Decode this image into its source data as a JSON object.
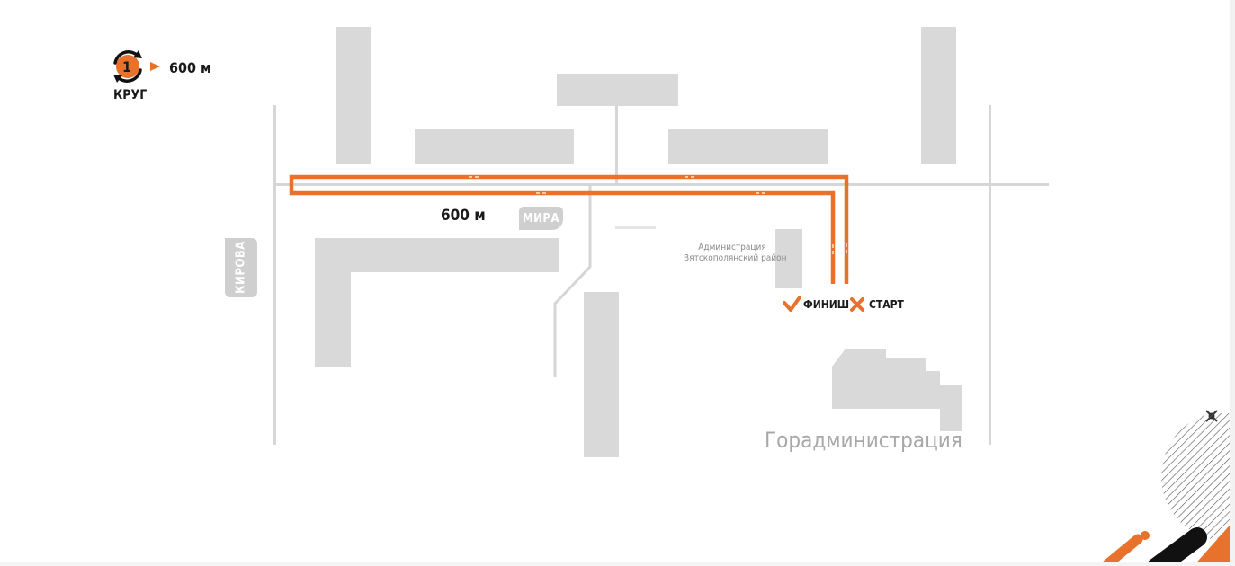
{
  "legend": {
    "lap_number": "1",
    "lap_word": "КРУГ",
    "lap_distance": "600 м"
  },
  "map": {
    "route_distance_label": "600 м",
    "streets": [
      {
        "name": "МИРА"
      },
      {
        "name": "КИРОВА"
      }
    ],
    "landmarks": {
      "district_admin_line1": "Администрация",
      "district_admin_line2": "Вятскополянский район",
      "city_admin": "Горадминистрация"
    },
    "markers": {
      "finish_label": "ФИНИШ",
      "start_label": "СТАРТ"
    },
    "colors": {
      "route": "#e8712b",
      "building": "#d9d9d9",
      "road": "#d6d6d6",
      "text_dark": "#1a1a1a",
      "stripe_black": "#111111"
    }
  },
  "ui": {
    "close_icon": "close-icon"
  }
}
